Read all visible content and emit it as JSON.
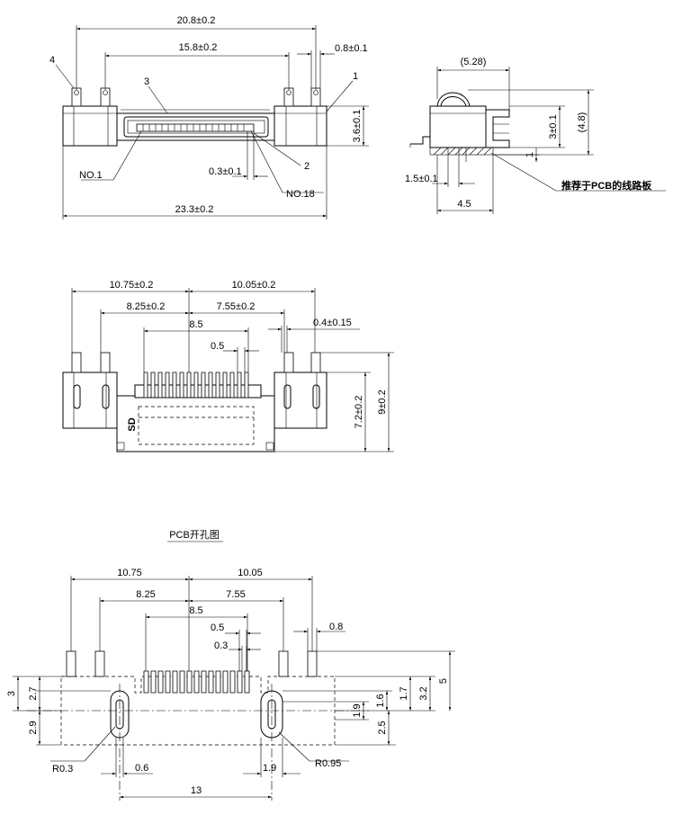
{
  "side_view": {
    "dims": {
      "overall_top": "20.8±0.2",
      "inner_top": "15.8±0.2",
      "pin_w": "0.8±0.1",
      "height": "3.6±0.1",
      "pin_pitch": "0.3±0.1",
      "overall_bottom": "23.3±0.2"
    },
    "callouts": {
      "c1": "1",
      "c2": "2",
      "c3": "3",
      "c4": "4"
    },
    "labels": {
      "no1": "NO.1",
      "no18": "NO.18"
    }
  },
  "end_view": {
    "dims": {
      "width_ref": "(5.28)",
      "height_ref": "(4.8)",
      "height_3": "3±0.1",
      "small_1": "1",
      "offset": "1.5±0.1",
      "bottom": "4.5"
    },
    "note": "推荐于PCB的线路板"
  },
  "top_view": {
    "dims": {
      "left": "10.75±0.2",
      "right": "10.05±0.2",
      "left_inner": "8.25±0.2",
      "right_inner": "7.55±0.2",
      "pin_span": "8.5",
      "pitch": "0.5",
      "pin_w": "0.4±0.15",
      "depth": "7.2±0.2",
      "total_depth": "9±0.2"
    },
    "sd_label": "SD"
  },
  "pcb_view": {
    "title": "PCB开孔图",
    "dims": {
      "left": "10.75",
      "right": "10.05",
      "left_inner": "8.25",
      "right_inner": "7.55",
      "pin_span": "8.5",
      "pitch": "0.5",
      "pad_w": "0.3",
      "tab_w": "0.8",
      "l_3": "3",
      "l_27": "2.7",
      "l_29": "2.9",
      "r_19": "1.9",
      "r_16": "1.6",
      "r_17": "1.7",
      "r_32": "3.2",
      "r_5": "5",
      "r_25": "2.5",
      "slot_w": "0.6",
      "slot_w2": "1.9",
      "slot_span": "13",
      "radius_small": "R0.3",
      "radius_large": "R0.95"
    }
  }
}
